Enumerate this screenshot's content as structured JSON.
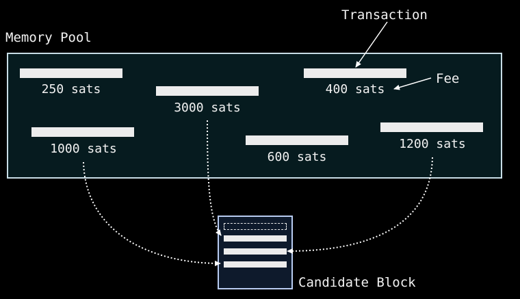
{
  "title": "Memory Pool",
  "annotations": {
    "transaction": "Transaction",
    "fee": "Fee"
  },
  "transactions": [
    {
      "fee": "250 sats"
    },
    {
      "fee": "3000 sats"
    },
    {
      "fee": "400 sats"
    },
    {
      "fee": "1000 sats"
    },
    {
      "fee": "600 sats"
    },
    {
      "fee": "1200 sats"
    }
  ],
  "block": {
    "label": "Candidate Block"
  }
}
